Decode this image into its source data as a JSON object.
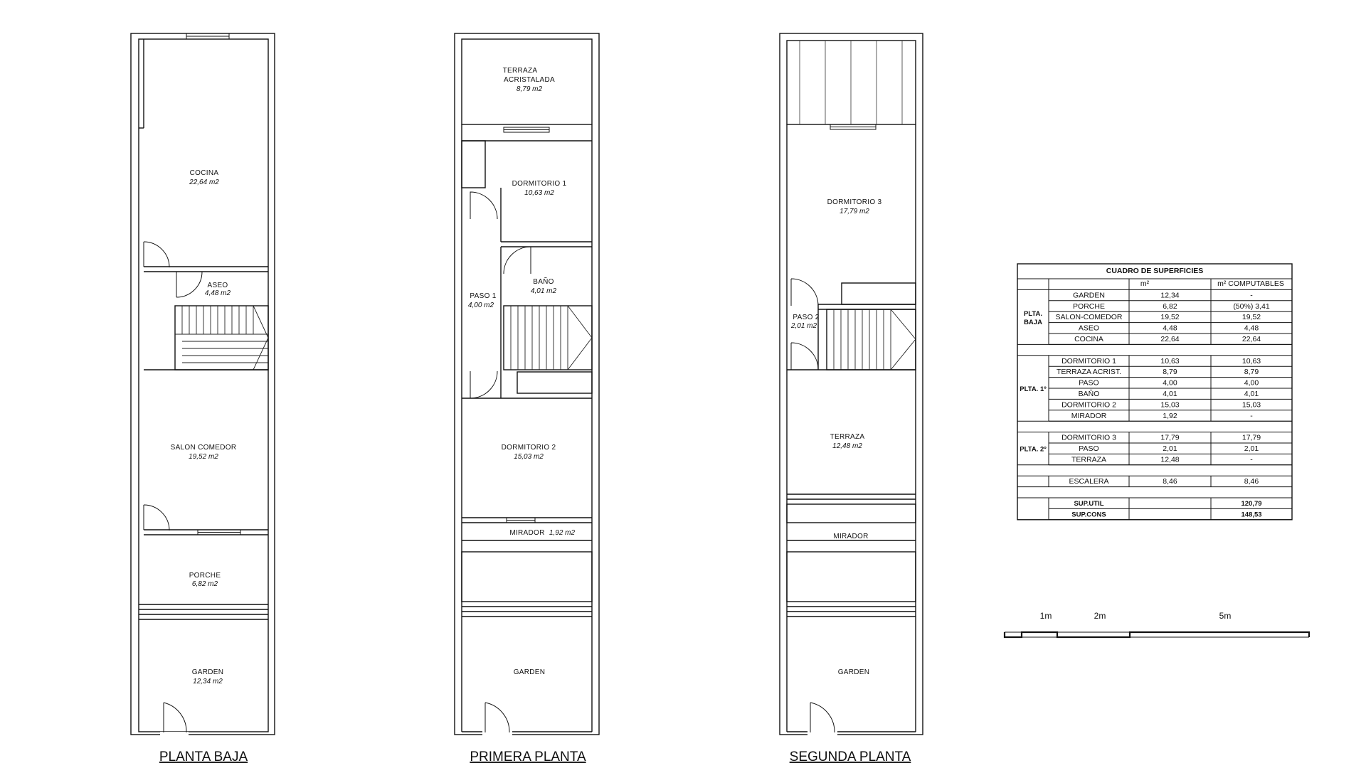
{
  "plans": {
    "ground": {
      "title": "PLANTA BAJA",
      "rooms": [
        {
          "name": "COCINA",
          "area": "22,64 m2"
        },
        {
          "name": "ASEO",
          "area": "4,48 m2"
        },
        {
          "name": "SALON COMEDOR",
          "area": "19,52 m2"
        },
        {
          "name": "PORCHE",
          "area": "6,82 m2"
        },
        {
          "name": "GARDEN",
          "area": "12,34 m2"
        }
      ]
    },
    "first": {
      "title": "PRIMERA PLANTA",
      "rooms": [
        {
          "name_lines": [
            "TERRAZA",
            "ACRISTALADA"
          ],
          "area": "8,79 m2"
        },
        {
          "name": "DORMITORIO 1",
          "area": "10,63 m2"
        },
        {
          "name": "BAÑO",
          "area": "4,01 m2"
        },
        {
          "name": "PASO 1",
          "area": "4,00 m2"
        },
        {
          "name": "DORMITORIO 2",
          "area": "15,03 m2"
        },
        {
          "name": "MIRADOR",
          "area": "1,92 m2"
        },
        {
          "name": "GARDEN"
        }
      ]
    },
    "second": {
      "title": "SEGUNDA PLANTA",
      "rooms": [
        {
          "name": "DORMITORIO 3",
          "area": "17,79 m2"
        },
        {
          "name": "PASO 2",
          "area": "2,01 m2"
        },
        {
          "name": "TERRAZA",
          "area": "12,48 m2"
        },
        {
          "name": "MIRADOR"
        },
        {
          "name": "GARDEN"
        }
      ]
    }
  },
  "table": {
    "title": "CUADRO DE SUPERFICIES",
    "headers": [
      "m²",
      "m² COMPUTABLES"
    ],
    "groups": [
      {
        "label_lines": [
          "PLTA.",
          "BAJA"
        ],
        "rows": [
          [
            "GARDEN",
            "12,34",
            "-"
          ],
          [
            "PORCHE",
            "6,82",
            "(50%) 3,41"
          ],
          [
            "SALON-COMEDOR",
            "19,52",
            "19,52"
          ],
          [
            "ASEO",
            "4,48",
            "4,48"
          ],
          [
            "COCINA",
            "22,64",
            "22,64"
          ]
        ]
      },
      {
        "label_lines": [
          "PLTA. 1º"
        ],
        "rows": [
          [
            "DORMITORIO 1",
            "10,63",
            "10,63"
          ],
          [
            "TERRAZA ACRIST.",
            "8,79",
            "8,79"
          ],
          [
            "PASO",
            "4,00",
            "4,00"
          ],
          [
            "BAÑO",
            "4,01",
            "4,01"
          ],
          [
            "DORMITORIO 2",
            "15,03",
            "15,03"
          ],
          [
            "MIRADOR",
            "1,92",
            "-"
          ]
        ]
      },
      {
        "label_lines": [
          "PLTA. 2º"
        ],
        "rows": [
          [
            "DORMITORIO 3",
            "17,79",
            "17,79"
          ],
          [
            "PASO",
            "2,01",
            "2,01"
          ],
          [
            "TERRAZA",
            "12,48",
            "-"
          ]
        ]
      }
    ],
    "stair": [
      "ESCALERA",
      "8,46",
      "8,46"
    ],
    "totals": [
      {
        "label": "SUP.UTIL",
        "value": "120,79"
      },
      {
        "label": "SUP.CONS",
        "value": "148,53"
      }
    ]
  },
  "scale": {
    "labels": [
      "1m",
      "2m",
      "5m"
    ]
  }
}
